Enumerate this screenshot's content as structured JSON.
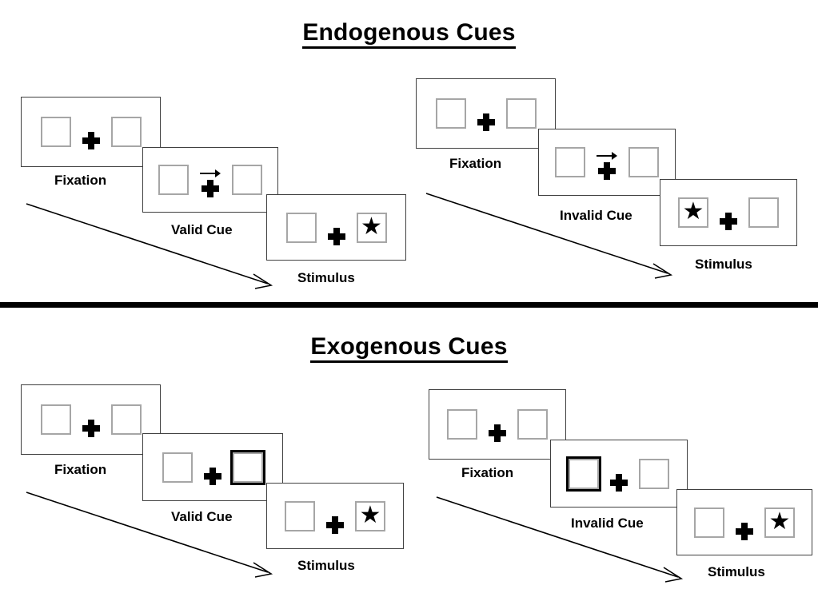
{
  "sections": [
    {
      "id": "endogenous",
      "title": "Endogenous Cues",
      "sequences": [
        {
          "id": "endogenous-valid",
          "frames": [
            {
              "label": "Fixation",
              "left_box": "empty",
              "right_box": "empty",
              "center": "plus"
            },
            {
              "label": "Valid Cue",
              "left_box": "empty",
              "right_box": "empty",
              "center": "plus-with-right-arrow"
            },
            {
              "label": "Stimulus",
              "left_box": "empty",
              "right_box": "star",
              "center": "plus"
            }
          ]
        },
        {
          "id": "endogenous-invalid",
          "frames": [
            {
              "label": "Fixation",
              "left_box": "empty",
              "right_box": "empty",
              "center": "plus"
            },
            {
              "label": "Invalid Cue",
              "left_box": "empty",
              "right_box": "empty",
              "center": "plus-with-right-arrow"
            },
            {
              "label": "Stimulus",
              "left_box": "star",
              "right_box": "empty",
              "center": "plus"
            }
          ]
        }
      ]
    },
    {
      "id": "exogenous",
      "title": "Exogenous Cues",
      "sequences": [
        {
          "id": "exogenous-valid",
          "frames": [
            {
              "label": "Fixation",
              "left_box": "empty",
              "right_box": "empty",
              "center": "plus"
            },
            {
              "label": "Valid Cue",
              "left_box": "empty",
              "right_box": "highlight",
              "center": "plus"
            },
            {
              "label": "Stimulus",
              "left_box": "empty",
              "right_box": "star",
              "center": "plus"
            }
          ]
        },
        {
          "id": "exogenous-invalid",
          "frames": [
            {
              "label": "Fixation",
              "left_box": "empty",
              "right_box": "empty",
              "center": "plus"
            },
            {
              "label": "Invalid Cue",
              "left_box": "highlight",
              "right_box": "empty",
              "center": "plus"
            },
            {
              "label": "Stimulus",
              "left_box": "empty",
              "right_box": "star",
              "center": "plus"
            }
          ]
        }
      ]
    }
  ],
  "glyphs": {
    "star": "★"
  },
  "colors": {
    "box_outline": "#a6a6a6",
    "panel_outline": "#404040",
    "ink": "#000000",
    "background": "#ffffff"
  }
}
